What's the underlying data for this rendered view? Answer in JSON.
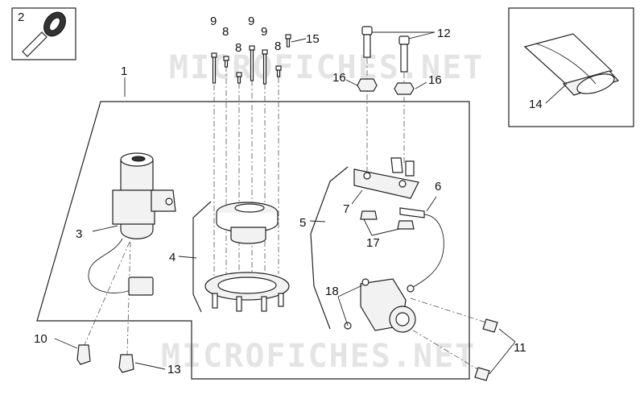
{
  "watermark": {
    "top": "MICROFICHES.NET",
    "bottom": "MICROFICHES.NET"
  },
  "callouts": {
    "c1": "1",
    "c2": "2",
    "c3": "3",
    "c4": "4",
    "c5": "5",
    "c6": "6",
    "c7": "7",
    "c8a": "8",
    "c8b": "8",
    "c8c": "8",
    "c9a": "9",
    "c9b": "9",
    "c9c": "9",
    "c10": "10",
    "c11": "11",
    "c12": "12",
    "c13": "13",
    "c14": "14",
    "c15": "15",
    "c16a": "16",
    "c16b": "16",
    "c17": "17",
    "c18": "18"
  },
  "colors": {
    "line": "#222222",
    "watermark": "#e4e4e4",
    "background": "#ffffff"
  }
}
